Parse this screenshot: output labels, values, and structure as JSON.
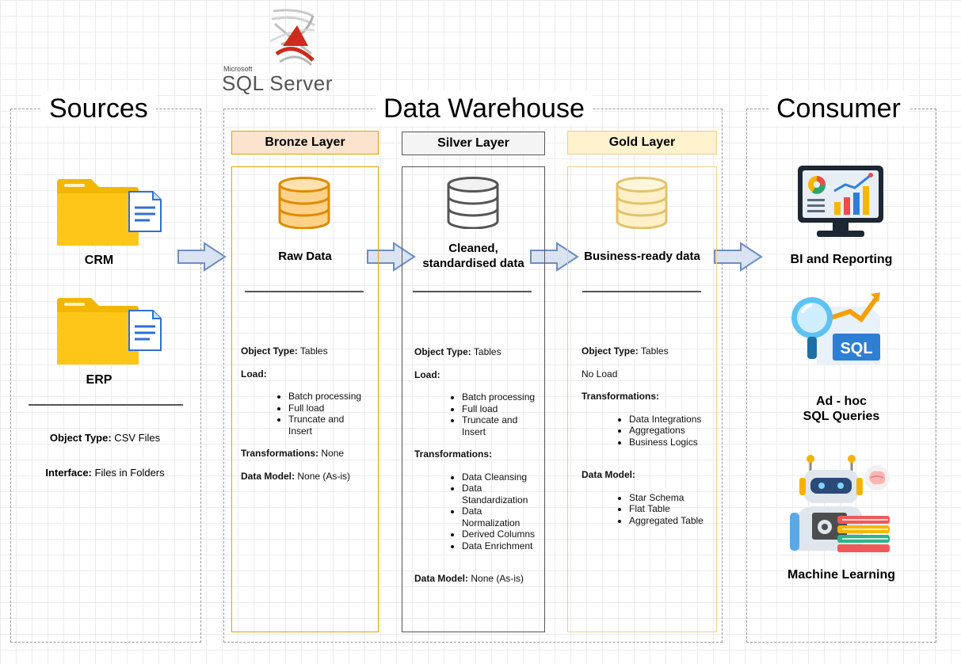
{
  "logo": {
    "brand_small": "Microsoft",
    "brand_main": "SQL Server"
  },
  "sections": {
    "sources": "Sources",
    "warehouse": "Data Warehouse",
    "consumer": "Consumer"
  },
  "sources": {
    "crm_label": "CRM",
    "erp_label": "ERP",
    "object_type_label": "Object Type:",
    "object_type_value": " CSV Files",
    "interface_label": "Interface:",
    "interface_value": " Files in Folders"
  },
  "layers": {
    "bronze": {
      "header": "Bronze Layer",
      "title": "Raw Data",
      "object_type_label": "Object Type:",
      "object_type_value": " Tables",
      "load_label": "Load:",
      "load_items": [
        "Batch processing",
        "Full load",
        "Truncate and Insert"
      ],
      "transformations_label": "Transformations:",
      "transformations_value": " None",
      "data_model_label": "Data Model:",
      "data_model_value": " None (As-is)"
    },
    "silver": {
      "header": "Silver Layer",
      "title_line1": "Cleaned,",
      "title_line2": "standardised data",
      "object_type_label": "Object Type:",
      "object_type_value": " Tables",
      "load_label": "Load:",
      "load_items": [
        "Batch processing",
        "Full load",
        "Truncate and Insert"
      ],
      "transformations_label": "Transformations:",
      "transformation_items": [
        "Data Cleansing",
        "Data Standardization",
        "Data Normalization",
        "Derived Columns",
        "Data Enrichment"
      ],
      "data_model_label": "Data Model:",
      "data_model_value": " None (As-is)"
    },
    "gold": {
      "header": "Gold Layer",
      "title": "Business-ready data",
      "object_type_label": "Object Type:",
      "object_type_value": " Tables",
      "load_value": "No Load",
      "transformations_label": "Transformations:",
      "transformation_items": [
        "Data Integrations",
        "Aggregations",
        "Business Logics"
      ],
      "data_model_label": "Data Model:",
      "data_model_items": [
        "Star Schema",
        "Flat Table",
        "Aggregated Table"
      ]
    }
  },
  "consumers": {
    "bi_label": "BI and Reporting",
    "adhoc_line1": "Ad - hoc",
    "adhoc_line2": "SQL Queries",
    "sql_badge": "SQL",
    "ml_label": "Machine Learning"
  },
  "colors": {
    "bronze_border": "#e0a100",
    "bronze_head_bg": "#fbe3cd",
    "silver_border": "#555555",
    "silver_head_bg": "#f4f4f4",
    "gold_border": "#e8cf8a",
    "gold_head_bg": "#fff2cc",
    "arrow_fill": "#dae3f3",
    "arrow_stroke": "#6c8ebf",
    "folder_yellow": "#ffc107"
  }
}
